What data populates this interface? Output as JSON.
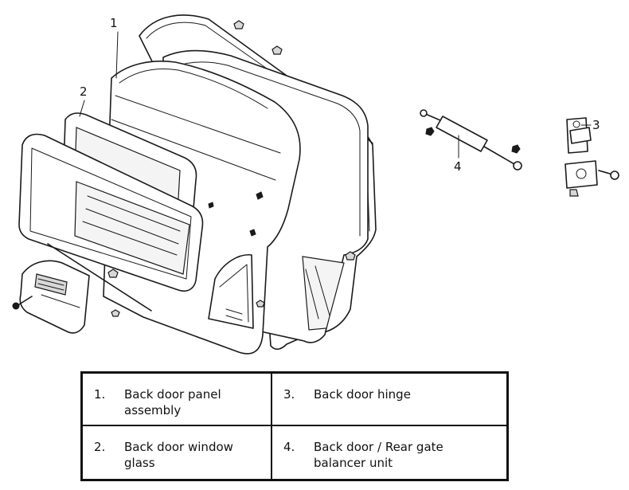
{
  "diagram": {
    "callouts": [
      {
        "number": "1"
      },
      {
        "number": "2"
      },
      {
        "number": "3"
      },
      {
        "number": "4"
      }
    ]
  },
  "legend": {
    "items": [
      {
        "number": "1.",
        "text": "Back door panel assembly"
      },
      {
        "number": "3.",
        "text": "Back door hinge"
      },
      {
        "number": "2.",
        "text": "Back door window glass"
      },
      {
        "number": "4.",
        "text": "Back door / Rear gate balancer unit"
      }
    ]
  }
}
